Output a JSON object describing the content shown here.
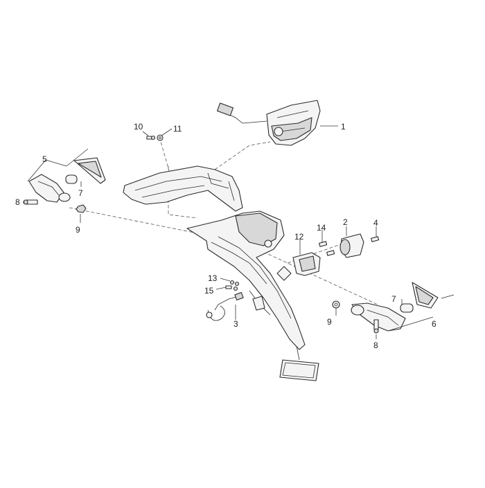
{
  "diagram": {
    "labels": {
      "p1": "1",
      "p2": "2",
      "p3": "3",
      "p4": "4",
      "p5": "5",
      "p6": "6",
      "p7_left": "7",
      "p7_right": "7",
      "p8_left": "8",
      "p8_right": "8",
      "p9_left": "9",
      "p9_right": "9",
      "p10": "10",
      "p11": "11",
      "p12": "12",
      "p13": "13",
      "p14": "14",
      "p15": "15"
    },
    "colors": {
      "line": "#2a2a2a",
      "fill_light": "#f4f4f4",
      "fill_dark": "#d8d8d8",
      "background": "#ffffff"
    }
  }
}
